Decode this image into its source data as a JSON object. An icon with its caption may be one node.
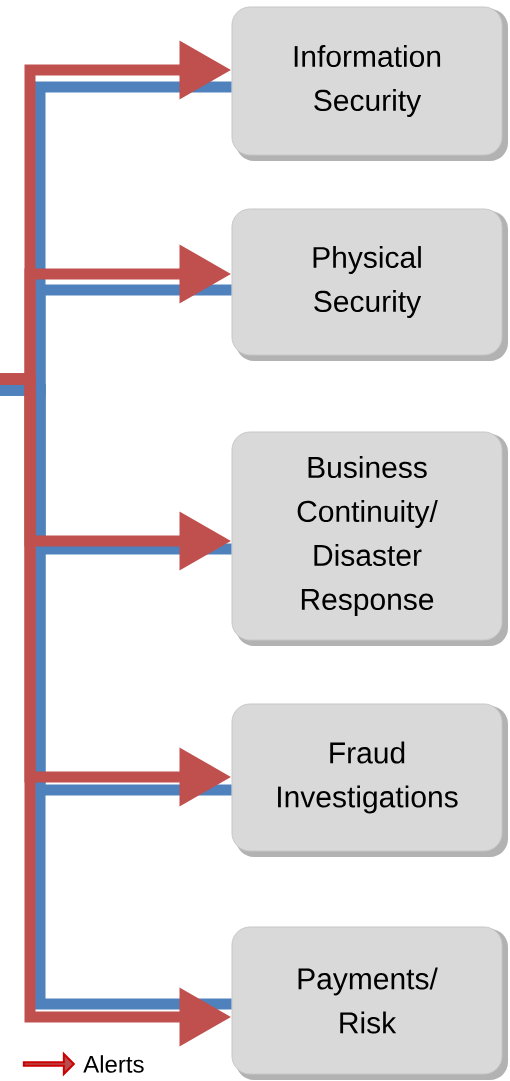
{
  "diagram": {
    "nodes": [
      {
        "text": [
          "Information Security"
        ]
      },
      {
        "text": [
          "Physical Security"
        ]
      },
      {
        "text": [
          "Business Continuity/ Disaster Response"
        ]
      },
      {
        "text": [
          "Fraud Investigations"
        ]
      },
      {
        "text": [
          "Payments/ Risk"
        ]
      }
    ],
    "edges": [
      {
        "from": null,
        "to": 0,
        "arrow": "to",
        "color": "#c0504d"
      },
      {
        "from": null,
        "to": 1,
        "arrow": "to",
        "color": "#c0504d"
      },
      {
        "from": null,
        "to": 2,
        "arrow": "to",
        "color": "#c0504d"
      },
      {
        "from": null,
        "to": 3,
        "arrow": "to",
        "color": "#c0504d"
      },
      {
        "from": null,
        "to": 4,
        "arrow": "to",
        "color": "#c0504d"
      },
      {
        "from": null,
        "to": 0,
        "arrow": "none",
        "color": "#4f81bd"
      },
      {
        "from": null,
        "to": 1,
        "arrow": "none",
        "color": "#4f81bd"
      },
      {
        "from": null,
        "to": 2,
        "arrow": "none",
        "color": "#4f81bd"
      },
      {
        "from": null,
        "to": 3,
        "arrow": "none",
        "color": "#4f81bd"
      },
      {
        "from": null,
        "to": 4,
        "arrow": "none",
        "color": "#4f81bd"
      }
    ],
    "legend": [
      {
        "text": "Alerts"
      }
    ]
  }
}
